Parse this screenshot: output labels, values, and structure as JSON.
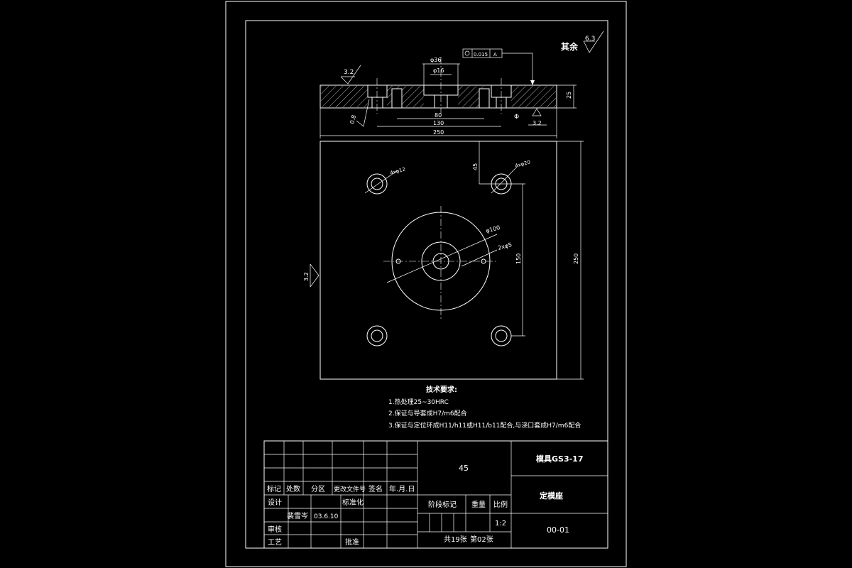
{
  "roughness": {
    "rest_label": "其余",
    "rest_value": "6.3",
    "top_left": "3.2",
    "bottom_right": "3.2",
    "left_side": "3.2",
    "hole_side": "0.8"
  },
  "tolerance_frame": {
    "value": "0.015",
    "datum": "A"
  },
  "section_view": {
    "dim_phi36": "φ36",
    "dim_phi16": "φ16",
    "dim_80": "80",
    "dim_130": "130",
    "dim_250": "250",
    "dim_thickness": "25"
  },
  "plan_view": {
    "holes_4x12": "4xφ12",
    "holes_4x20": "4xφ20",
    "circle_100": "φ100",
    "pins_2x5": "2xφ5",
    "dim_45": "45",
    "dim_150": "150",
    "dim_250": "250"
  },
  "tech_requirements": {
    "title": "技术要求:",
    "items": [
      "1.热处理25~30HRC",
      "2.保证与导套成H7/m6配合",
      "3.保证与定位环成H11/h11或H11/b11配合,与浇口套成H7/m6配合"
    ]
  },
  "title_block": {
    "material": "45",
    "drawing_title": "模具GS3-17",
    "part_name": "定模座",
    "drawing_no": "00-01",
    "labels": {
      "mark": "标记",
      "count": "处数",
      "zone": "分区",
      "change_doc": "更改文件号",
      "sign": "签名",
      "date": "年.月.日",
      "design": "设计",
      "standard": "标准化",
      "review": "审核",
      "process": "工艺",
      "approve": "批准",
      "stage": "阶段标记",
      "weight": "重量",
      "scale": "比例",
      "sheets": "共19张",
      "sheet_no": "第02张"
    },
    "designer": "裴雪岑",
    "design_date": "03.6.10",
    "scale_value": "1:2"
  }
}
